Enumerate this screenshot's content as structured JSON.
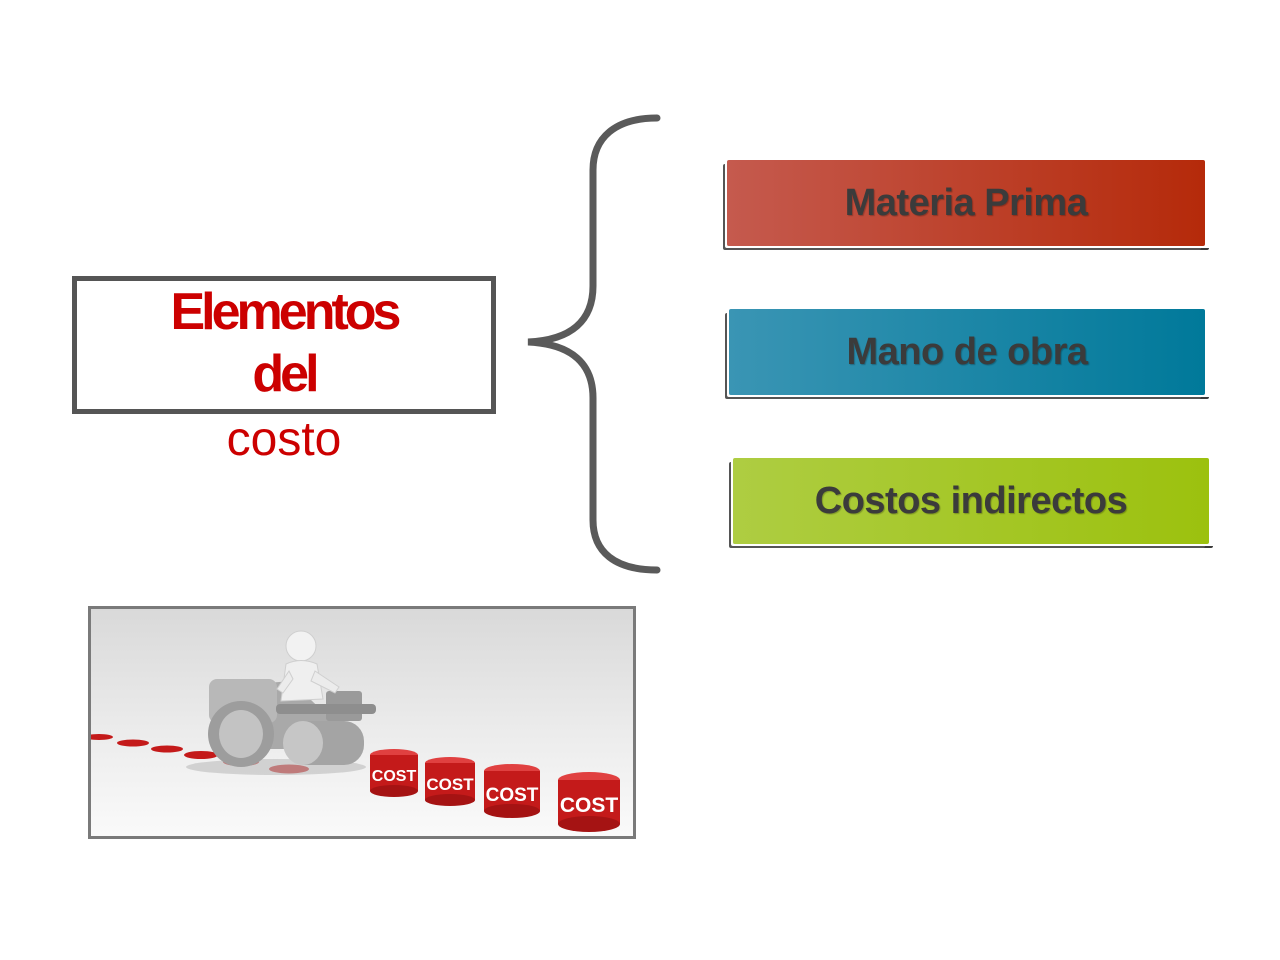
{
  "title": {
    "line1": "Elementos",
    "line2": "del",
    "line3": "costo",
    "color": "#cc0000"
  },
  "categories": [
    {
      "label": "Materia Prima",
      "color_start": "#c55a4e",
      "color_end": "#b52a0a"
    },
    {
      "label": "Mano de obra",
      "color_start": "#3a95b4",
      "color_end": "#00799a"
    },
    {
      "label": "Costos indirectos",
      "color_start": "#aecd42",
      "color_end": "#9cc10e"
    }
  ],
  "photo": {
    "coin_text": "COST",
    "coin_count": 4,
    "coin_color": "#c41a1a"
  },
  "brace_color": "#5a5a5a"
}
